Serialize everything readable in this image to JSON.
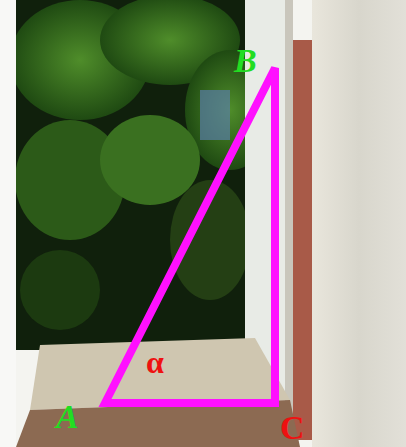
{
  "diagram": {
    "labels": [
      "B",
      "α",
      "A",
      "C"
    ]
  }
}
